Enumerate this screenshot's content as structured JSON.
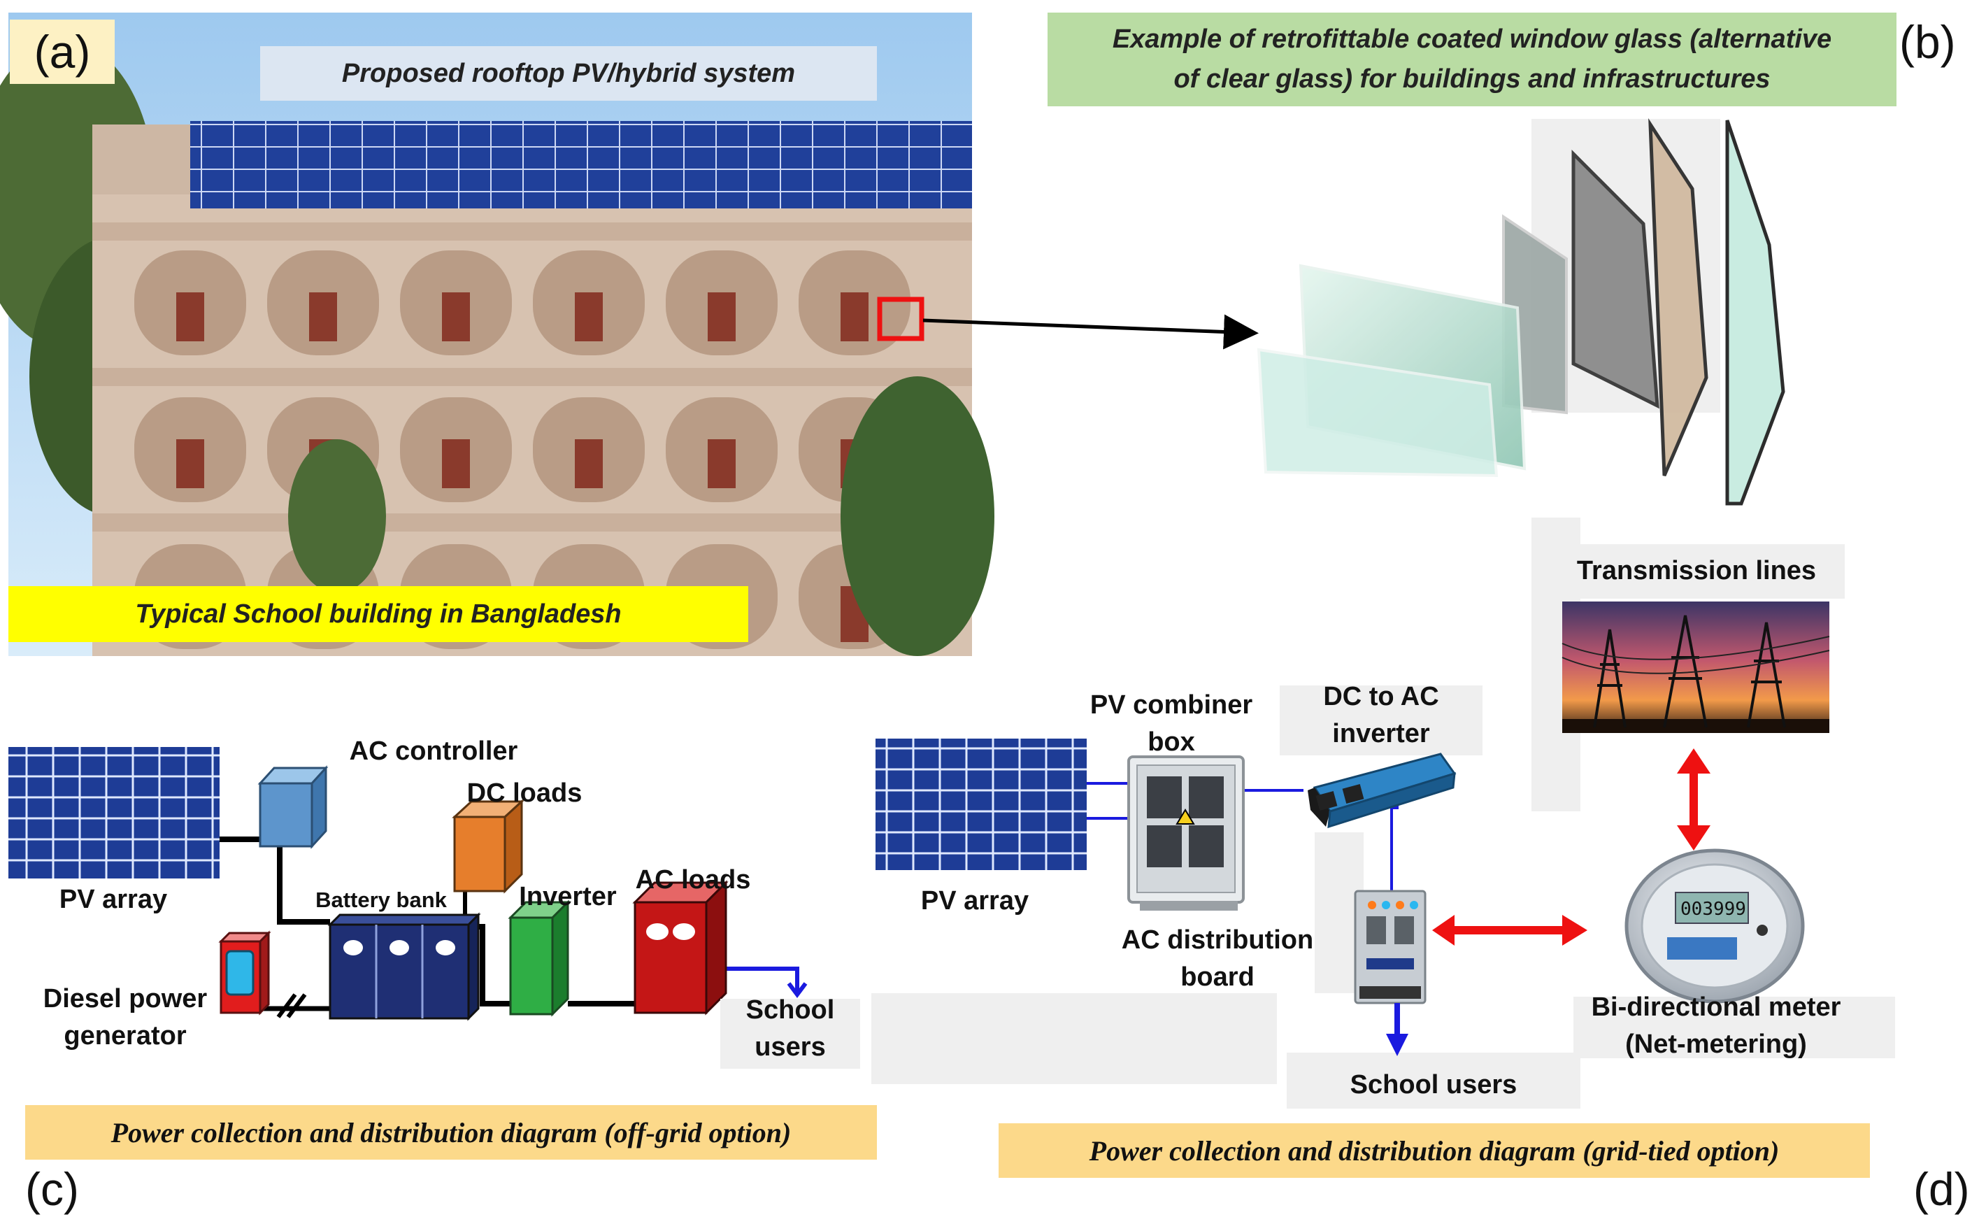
{
  "panel_letters": {
    "a": "(a)",
    "b": "(b)",
    "c": "(c)",
    "d": "(d)"
  },
  "panel_a": {
    "rooftop_caption": "Proposed rooftop PV/hybrid system",
    "building_caption": "Typical School building in Bangladesh"
  },
  "panel_b": {
    "caption_line1": "Example of retrofittable coated window glass (alternative",
    "caption_line2": "of clear glass) for buildings and infrastructures"
  },
  "panel_c": {
    "pv_array": "PV array",
    "ac_controller": "AC controller",
    "dc_loads": "DC loads",
    "battery_bank": "Battery bank",
    "inverter": "Inverter",
    "ac_loads": "AC loads",
    "diesel_line1": "Diesel power",
    "diesel_line2": "generator",
    "school_line1": "School",
    "school_line2": "users",
    "caption": "Power collection and distribution diagram (off-grid option)"
  },
  "panel_d": {
    "transmission_lines": "Transmission  lines",
    "pv_combiner_line1": "PV combiner",
    "pv_combiner_line2": "box",
    "dc_ac_line1": "DC to AC",
    "dc_ac_line2": "inverter",
    "pv_array": "PV array",
    "ac_dist_line1": "AC distribution",
    "ac_dist_line2": "board",
    "meter_line1": "Bi-directional meter",
    "meter_line2": "(Net-metering)",
    "meter_reading": "003999",
    "school_users": "School users",
    "caption": "Power collection and distribution diagram (grid-tied option)"
  },
  "colors": {
    "pv_blue": "#1f3a8a",
    "highlight_yellow": "#ffff00",
    "caption_orange": "#fcd98a",
    "caption_green": "#b9dca3",
    "caption_blue": "#dce6f2",
    "arrow_red": "#ee1111",
    "wire_blue": "#1a1adf"
  }
}
